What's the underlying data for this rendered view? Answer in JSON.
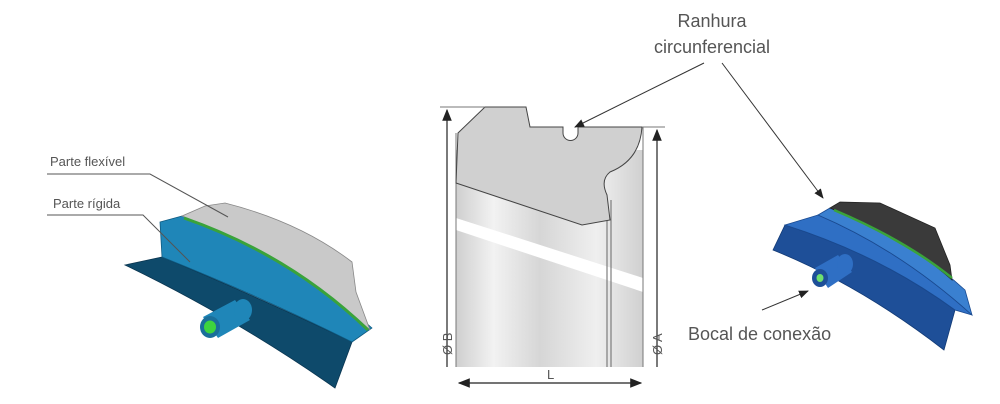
{
  "labels": {
    "flexible_part": "Parte flexível",
    "rigid_part": "Parte rígida",
    "groove_line1": "Ranhura",
    "groove_line2": "circunferencial",
    "nozzle": "Bocal de conexão",
    "dim_b": "Ø B",
    "dim_a": "Ø A",
    "dim_l": "L"
  },
  "colors": {
    "blue_light": "#1f86b8",
    "blue_dark": "#0e4a6b",
    "blue_right": "#2f6fc4",
    "blue_right_dark": "#1e4f98",
    "gray": "#c9c9c9",
    "dark_gray": "#3a3a3a",
    "green": "#3aa33a"
  }
}
